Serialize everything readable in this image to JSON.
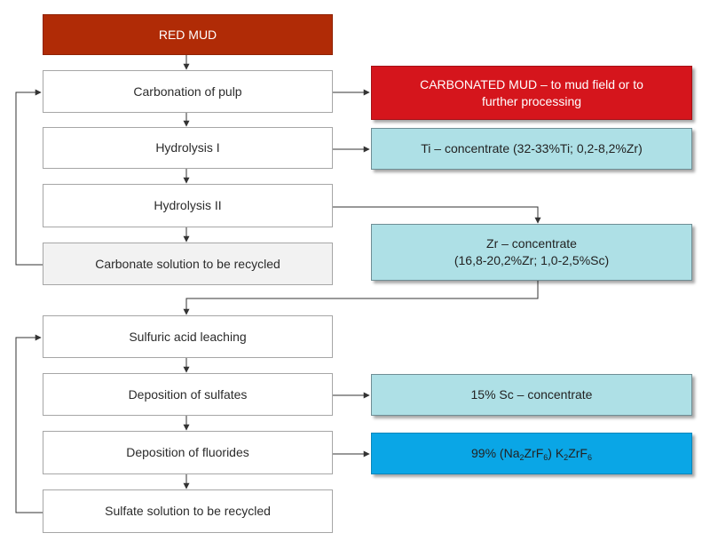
{
  "flow": {
    "red_mud": "RED MUD",
    "carbonation": "Carbonation of pulp",
    "hydrolysis_1": "Hydrolysis I",
    "hydrolysis_2": "Hydrolysis II",
    "carbonate_recycle": "Carbonate solution to be recycled",
    "sulfuric_leaching": "Sulfuric acid leaching",
    "deposition_sulfates": "Deposition of sulfates",
    "deposition_fluorides": "Deposition of fluorides",
    "sulfate_recycle": "Sulfate solution to be recycled"
  },
  "products": {
    "carbonated_mud_line1": "CARBONATED MUD – to mud field or to",
    "carbonated_mud_line2": "further processing",
    "ti_concentrate": "Ti – concentrate (32-33%Ti; 0,2-8,2%Zr)",
    "zr_concentrate_line1": "Zr – concentrate",
    "zr_concentrate_line2": "(16,8-20,2%Zr; 1,0-2,5%Sc)",
    "sc_concentrate": "15% Sc – concentrate",
    "fluoride_product": {
      "prefix": "99% (Na",
      "sub1": "2",
      "mid1": "ZrF",
      "sub2": "6",
      "mid2": ") K",
      "sub3": "2",
      "mid3": "ZrF",
      "sub4": "6"
    }
  },
  "colors": {
    "red_mud": "#b02b06",
    "carbonated_mud": "#d5151c",
    "concentrate": "#aee0e6",
    "fluoride_product": "#0aa6e6",
    "recycle_box": "#f2f2f2"
  }
}
